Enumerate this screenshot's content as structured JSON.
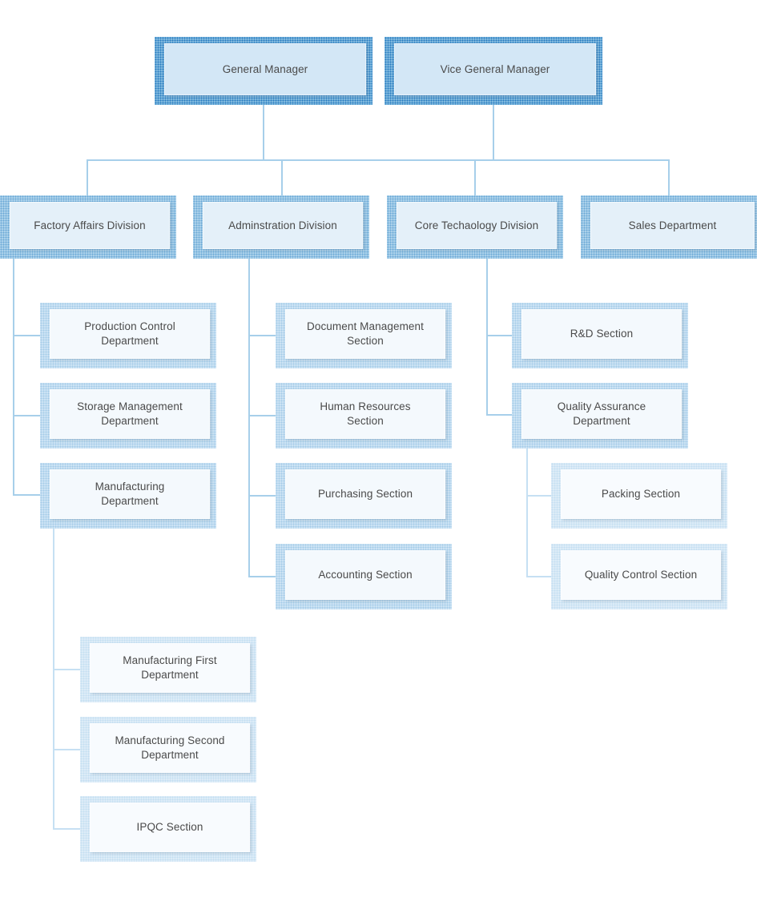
{
  "chart": {
    "kind": "organization-chart",
    "colors": {
      "level1_frame": "#7fb8de",
      "level1_frame_dot": "#2a7cc0",
      "level1_fill": "#d3e7f6",
      "level2_frame": "#abd1ea",
      "level2_fill": "#e4f0f9",
      "level3_frame": "#cce3f4",
      "level3_fill": "#f4f9fd",
      "level4_frame": "#ddecf8",
      "level4_fill": "#f8fbfe",
      "connector": "#a7cfea",
      "connector_light": "#c6e0f3",
      "text": "#4a4a4a",
      "background": "#ffffff"
    },
    "nodes": {
      "general_manager": "General Manager",
      "vice_general_manager": "Vice General Manager",
      "factory_affairs_division": "Factory Affairs Division",
      "adminstration_division": "Adminstration Division",
      "core_techaology_division": "Core Techaology Division",
      "sales_department": "Sales Department",
      "production_control_department": "Production Control\nDepartment",
      "storage_management_department": "Storage Management\nDepartment",
      "manufacturing_department": "Manufacturing\nDepartment",
      "document_management_section": "Document Management\nSection",
      "human_resources_section": "Human Resources\nSection",
      "purchasing_section": "Purchasing Section",
      "accounting_section": "Accounting Section",
      "rd_section": "R&D  Section",
      "quality_assurance_department": "Quality Assurance\nDepartment",
      "packing_section": "Packing Section",
      "quality_control_section": "Quality Control Section",
      "manufacturing_first_department": "Manufacturing First\nDepartment",
      "manufacturing_second_department": "Manufacturing Second\nDepartment",
      "ipqc_section": "IPQC Section"
    }
  }
}
